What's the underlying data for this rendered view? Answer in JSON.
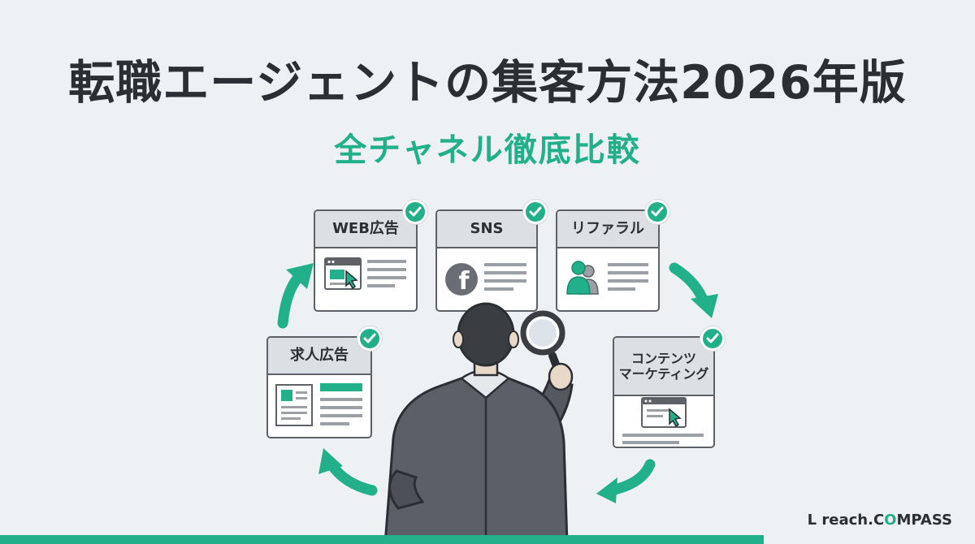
{
  "header": {
    "title": "転職エージェントの集客方法2026年版",
    "subtitle": "全チャネル徹底比較"
  },
  "channels": [
    {
      "label": "WEB広告",
      "icon": "browser-cursor-icon"
    },
    {
      "label": "SNS",
      "icon": "facebook-icon"
    },
    {
      "label": "リファラル",
      "icon": "people-icon"
    },
    {
      "label": "求人広告",
      "icon": "job-ad-icon"
    },
    {
      "label_line1": "コンテンツ",
      "label_line2": "マーケティング",
      "icon": "browser-cursor-icon"
    }
  ],
  "brand": {
    "name_prefix": "L reach.C",
    "name_suffix": "MPASS"
  },
  "colors": {
    "accent": "#22b08a",
    "text": "#2b2e33",
    "background": "#eef1f4",
    "card_header": "#dcdfe3"
  }
}
